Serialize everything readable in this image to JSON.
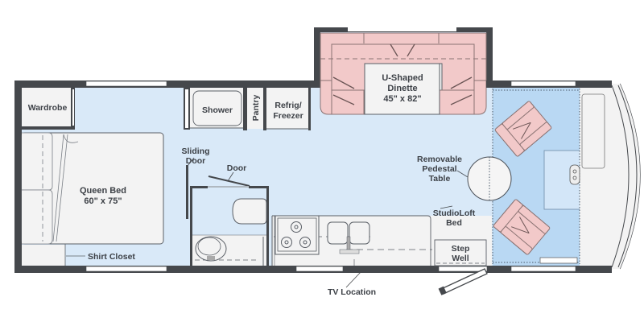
{
  "title": "RV Floor Plan",
  "colors": {
    "wall": "#45484c",
    "floor": "#d9e9f8",
    "cabinet": "#f3f3f3",
    "upholstery": "#f2c9c9",
    "upholstery_stroke": "#8a7373",
    "cab_area": "#b9d8f3",
    "label": "#3d4147"
  },
  "labels": {
    "wardrobe": "Wardrobe",
    "shower": "Shower",
    "pantry": "Pantry",
    "refrig_line1": "Refrig/",
    "refrig_line2": "Freezer",
    "dinette_line1": "U-Shaped",
    "dinette_line2": "Dinette",
    "dinette_size": "45\" x 82\"",
    "sliding_door_line1": "Sliding",
    "sliding_door_line2": "Door",
    "door": "Door",
    "queen_bed": "Queen Bed",
    "queen_bed_size": "60\" x 75\"",
    "shirt_closet": "Shirt Closet",
    "table_line1": "Removable",
    "table_line2": "Pedestal",
    "table_line3": "Table",
    "studioloft_line1": "StudioLoft",
    "studioloft_line2": "Bed",
    "step_well_line1": "Step",
    "step_well_line2": "Well",
    "tv_location": "TV Location"
  }
}
